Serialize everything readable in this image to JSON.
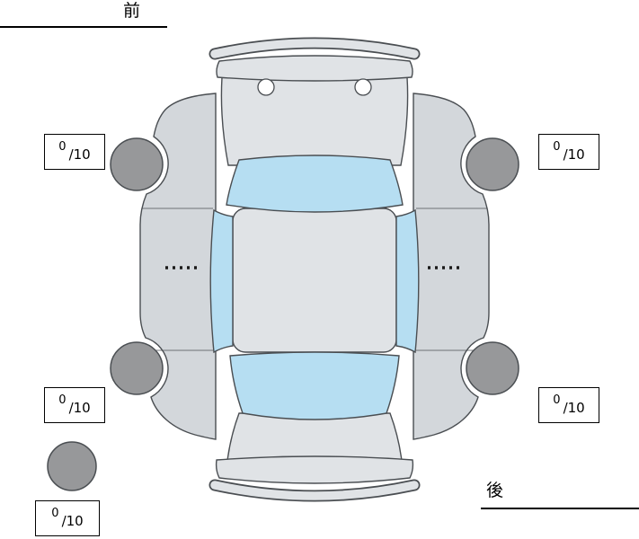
{
  "orientation_labels": {
    "front": "前",
    "rear": "後"
  },
  "score_boxes": [
    {
      "position": "front-left",
      "value": "0",
      "denominator": "/10"
    },
    {
      "position": "front-right",
      "value": "0",
      "denominator": "/10"
    },
    {
      "position": "rear-left",
      "value": "0",
      "denominator": "/10"
    },
    {
      "position": "rear-right",
      "value": "0",
      "denominator": "/10"
    },
    {
      "position": "spare",
      "value": "0",
      "denominator": "/10"
    }
  ],
  "diagram": {
    "type": "car-top-view-inspection",
    "wheels": [
      "front-left",
      "front-right",
      "rear-left",
      "rear-right",
      "spare"
    ]
  },
  "colors": {
    "body": "#e0e3e6",
    "body_shade": "#d3d7db",
    "glass": "#b6def2",
    "tire": "#97989a",
    "outline": "#4a4e52"
  }
}
